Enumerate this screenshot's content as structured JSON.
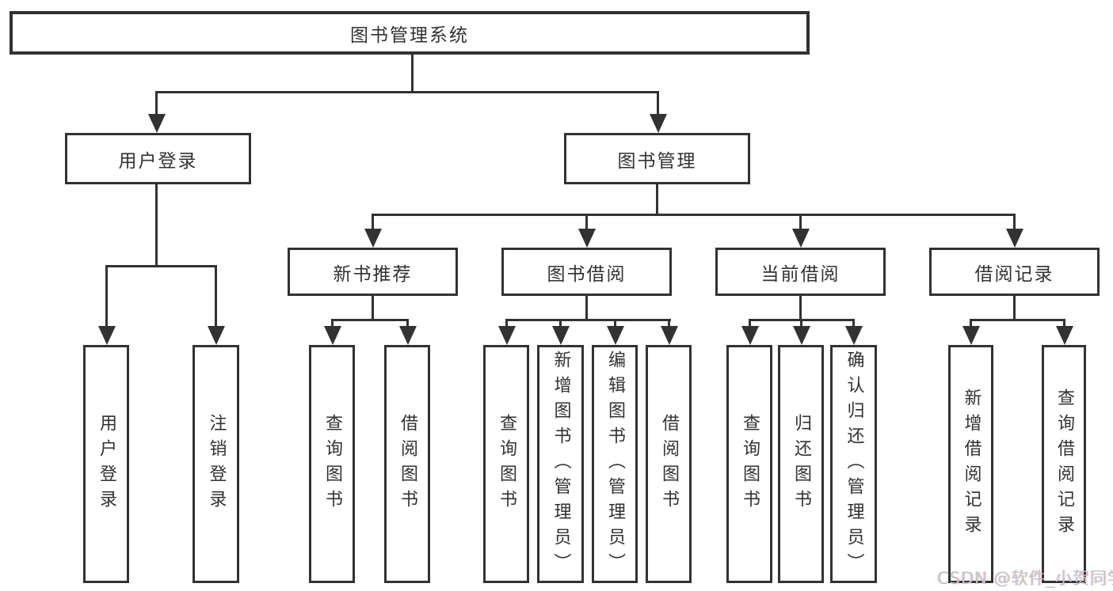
{
  "colors": {
    "line": "#323232",
    "text": "#323232",
    "watermark": "#c6c6c6"
  },
  "tree": {
    "label": "图书管理系统",
    "children": [
      {
        "label": "用户登录",
        "children": [
          {
            "label": "用户登录"
          },
          {
            "label": "注销登录"
          }
        ]
      },
      {
        "label": "图书管理",
        "children": [
          {
            "label": "新书推荐",
            "children": [
              {
                "label": "查询图书"
              },
              {
                "label": "借阅图书"
              }
            ]
          },
          {
            "label": "图书借阅",
            "children": [
              {
                "label": "查询图书"
              },
              {
                "label": "新增图书（管理员）"
              },
              {
                "label": "编辑图书（管理员）"
              },
              {
                "label": "借阅图书"
              }
            ]
          },
          {
            "label": "当前借阅",
            "children": [
              {
                "label": "查询图书"
              },
              {
                "label": "归还图书"
              },
              {
                "label": "确认归还（管理员）"
              }
            ]
          },
          {
            "label": "借阅记录",
            "children": [
              {
                "label": "新增借阅记录"
              },
              {
                "label": "查询借阅记录"
              }
            ]
          }
        ]
      }
    ]
  },
  "watermark": {
    "text": "CSDN @软件_小贺同学"
  }
}
